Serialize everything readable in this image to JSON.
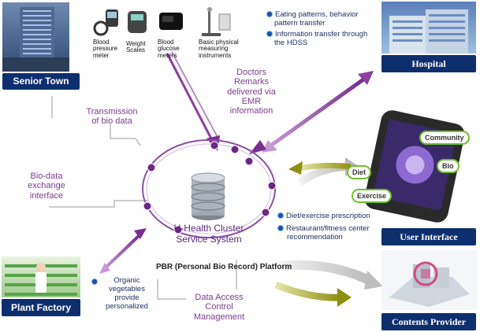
{
  "nodes": {
    "senior_town": "Senior Town",
    "hospital": "Hospital",
    "user_interface": "User Interface",
    "plant_factory": "Plant Factory",
    "contents_provider": "Contents Provider"
  },
  "center": {
    "title_line1": "U-Health Cluster",
    "title_line2": "Service System",
    "platform": "PBR (Personal Bio Record) Platform"
  },
  "devices": [
    {
      "label": "Blood pressure meter"
    },
    {
      "label": "Weight Scales"
    },
    {
      "label": "Blood glucose meters"
    },
    {
      "label": "Basic physical measuring instruments"
    }
  ],
  "annotations": {
    "transmission": "Transmission of bio data",
    "doctors": "Doctors Remarks delivered via EMR information",
    "bio_exchange": "Bio-data exchange interface",
    "data_access": "Data Access Control Management"
  },
  "hospital_bullets": [
    "Eating patterns, behavior pattern transfer",
    "Information transfer through the HDSS"
  ],
  "service_bullets": [
    "Diet/exercise prescription",
    "Restaurant/fitness center recommendation"
  ],
  "plant_bullets": [
    "Organic vegetables provide personalized"
  ],
  "app_labels": {
    "community": "Community",
    "diet": "Diet",
    "bio": "Bio",
    "exercise": "Exercise"
  },
  "colors": {
    "node_box": "#0e2f6e",
    "ring": "#8a4fa6",
    "arrow_violet": "#8b3f9e",
    "arrow_olive": "#9a9a1c",
    "text_violet": "#7a3c8e",
    "app_green": "#6fbf2d"
  }
}
